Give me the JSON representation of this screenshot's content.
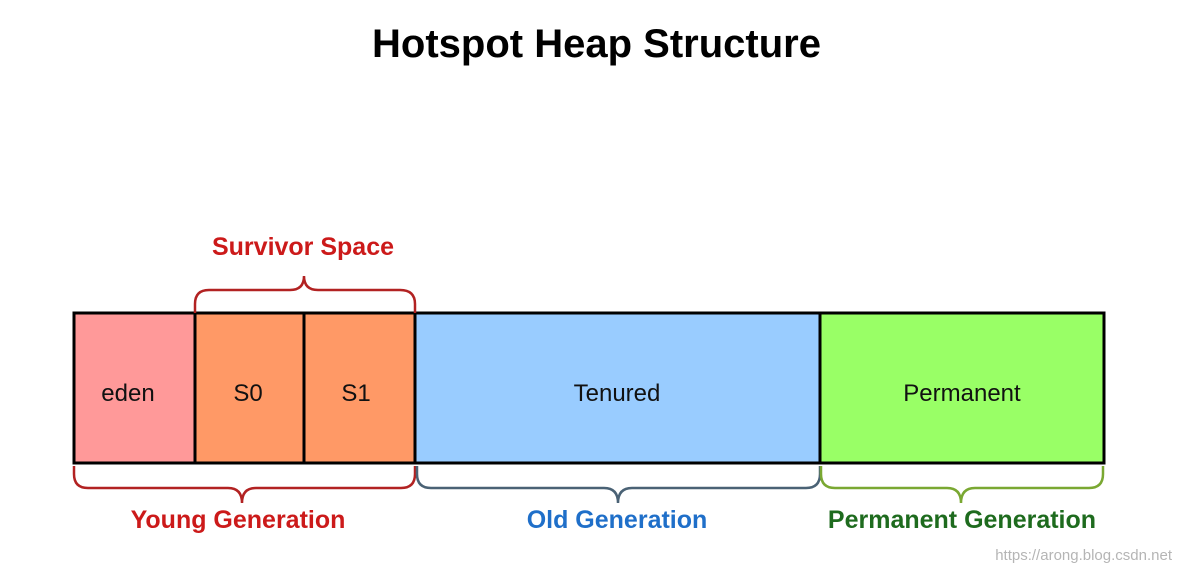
{
  "title": "Hotspot Heap Structure",
  "segments": [
    {
      "id": "eden",
      "label": "eden",
      "color": "#ff9999"
    },
    {
      "id": "s0",
      "label": "S0",
      "color": "#ff9966"
    },
    {
      "id": "s1",
      "label": "S1",
      "color": "#ff9966"
    },
    {
      "id": "tenured",
      "label": "Tenured",
      "color": "#99ccff"
    },
    {
      "id": "permanent",
      "label": "Permanent",
      "color": "#99ff66"
    }
  ],
  "groups": {
    "survivor_space": {
      "label": "Survivor Space",
      "color": "#cc1a1a"
    },
    "young_generation": {
      "label": "Young Generation",
      "color": "#cc1a1a"
    },
    "old_generation": {
      "label": "Old Generation",
      "color": "#1f6fc9"
    },
    "permanent_generation": {
      "label": "Permanent Generation",
      "color": "#1e6b1e"
    }
  },
  "brace_colors": {
    "survivor": "#b22222",
    "young": "#b22222",
    "old": "#4a6275",
    "permanent": "#7aa832"
  },
  "watermark": "https://arong.blog.csdn.net"
}
